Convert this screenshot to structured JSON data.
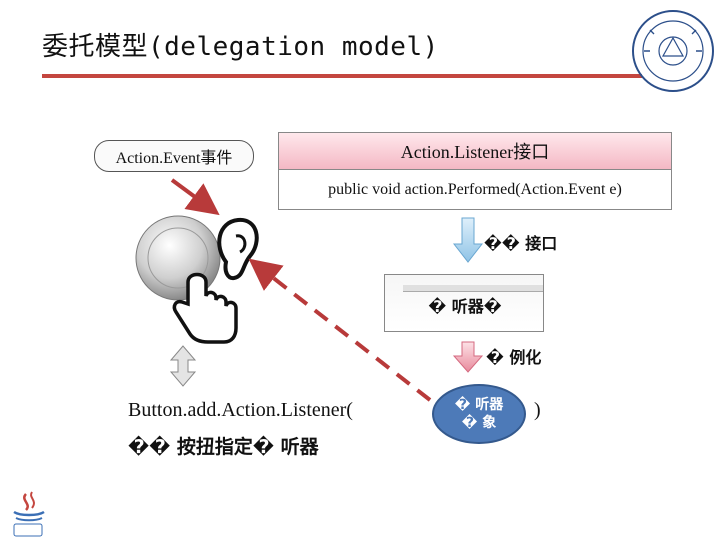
{
  "title": "委托模型(delegation model)",
  "event_label": "Action.Event事件",
  "interface": {
    "header": "Action.Listener接口",
    "method": "public void action.Performed(Action.Event e)"
  },
  "implement_label": "�� 接口",
  "listener_class": "� 听器�",
  "instantiate_label": "� 例化",
  "code": {
    "line1": "Button.add.Action.Listener(",
    "line2": "�� 按扭指定� 听器",
    "close_paren": ")"
  },
  "listener_object": {
    "line1": "� 听器",
    "line2": "� 象"
  },
  "colors": {
    "accent_red": "#c4463f",
    "oval_blue": "#4d7ab8",
    "down_arrow_blue": "#8fc3e6",
    "down_arrow_pink": "#e88a9c",
    "dashed_arrow": "#b83a3a"
  },
  "icons": [
    "university-seal-icon",
    "round-button-icon",
    "ear-icon",
    "pointing-hand-icon",
    "java-logo-icon"
  ]
}
